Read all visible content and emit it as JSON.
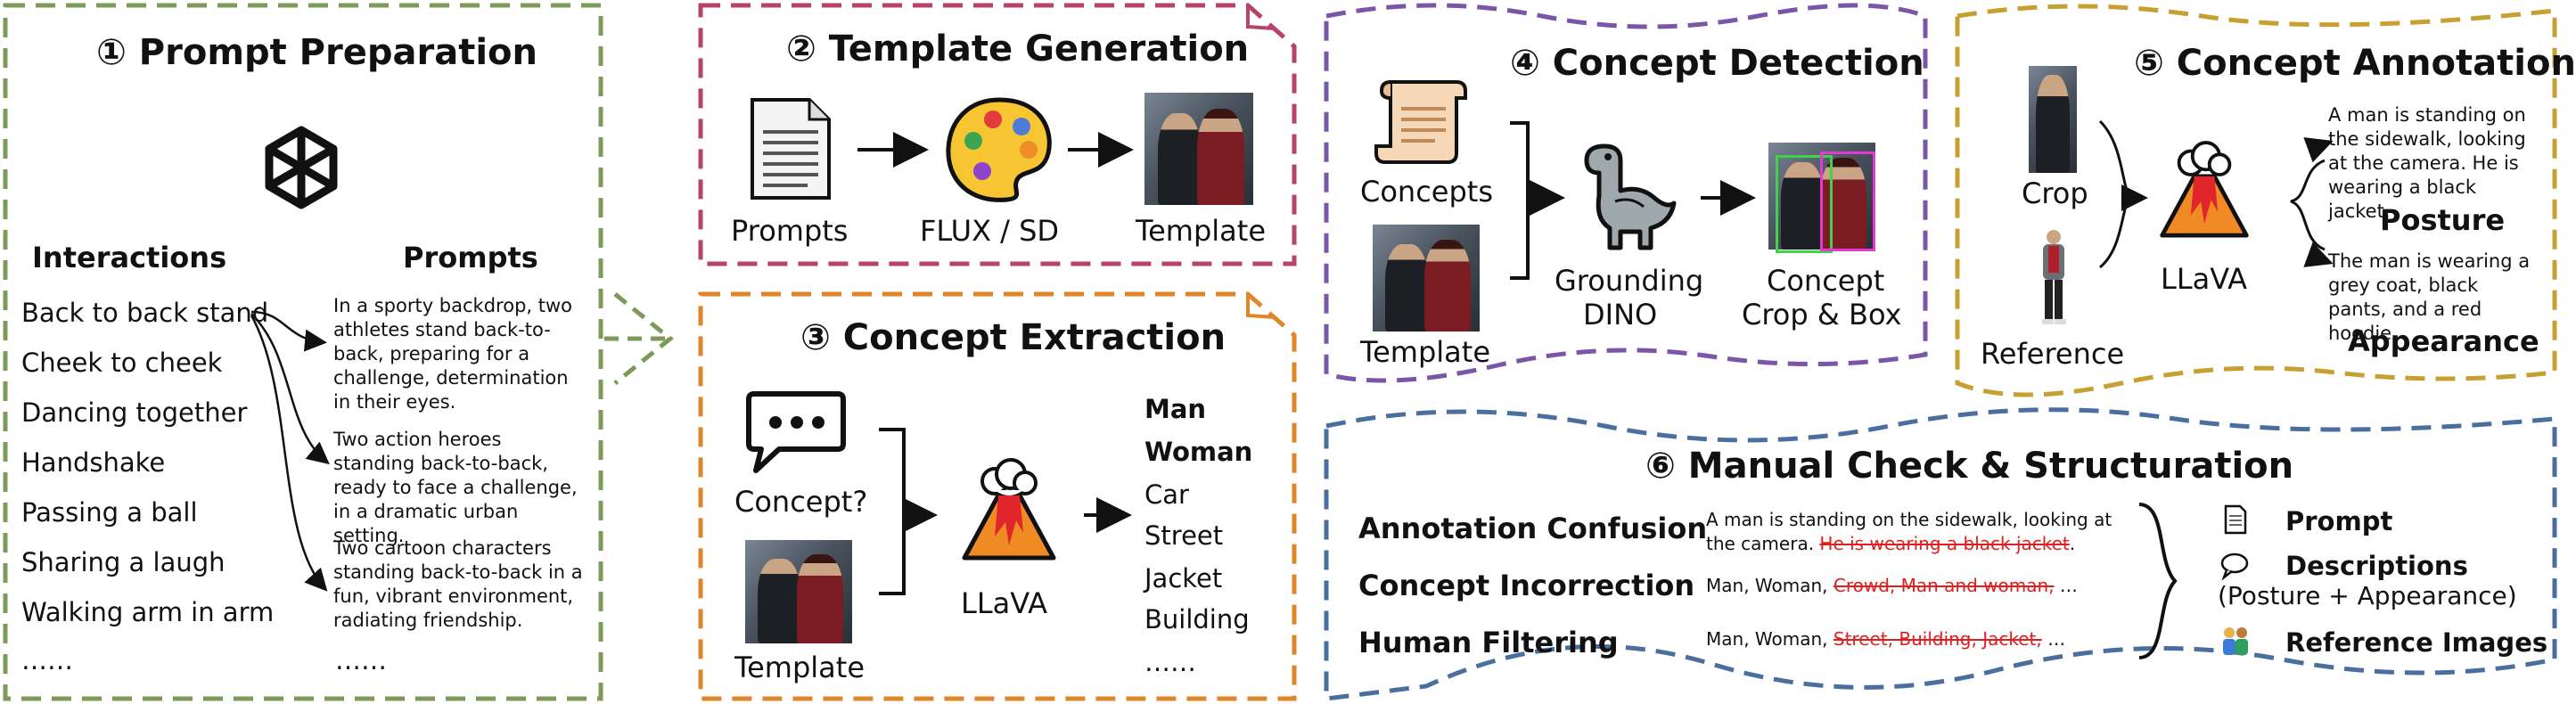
{
  "p1": {
    "title": "① Prompt Preparation",
    "logo_icon": "openai-logo-icon",
    "interactions_header": "Interactions",
    "prompts_header": "Prompts",
    "interactions": [
      "Back to back stand",
      "Cheek to cheek",
      "Dancing together",
      "Handshake",
      "Passing a ball",
      "Sharing a laugh",
      "Walking arm in arm",
      "……"
    ],
    "prompts": [
      "In a sporty backdrop, two athletes stand back-to-back, preparing for a challenge, determination in their eyes.",
      "Two action heroes standing back-to-back, ready to face a challenge, in a dramatic urban setting.",
      "Two cartoon characters standing back-to-back in a fun, vibrant environment, radiating friendship.",
      "……"
    ]
  },
  "p2": {
    "title": "② Template Generation",
    "prompts_label": "Prompts",
    "model_label": "FLUX / SD",
    "template_label": "Template",
    "icons": [
      "document-icon",
      "palette-icon",
      "template-photo"
    ]
  },
  "p3": {
    "title": "③ Concept Extraction",
    "question_label": "Concept?",
    "template_label": "Template",
    "model_label": "LLaVA",
    "concepts": [
      "Man",
      "Woman",
      "Car",
      "Street",
      "Jacket",
      "Building",
      "……"
    ]
  },
  "p4": {
    "title": "④ Concept Detection",
    "concepts_label": "Concepts",
    "template_label": "Template",
    "model_label_1": "Grounding",
    "model_label_2": "DINO",
    "output_label_1": "Concept",
    "output_label_2": "Crop & Box"
  },
  "p5": {
    "title": "⑤ Concept Annotation",
    "crop_label": "Crop",
    "reference_label": "Reference",
    "model_label": "LLaVA",
    "posture_text": "A man is standing on the sidewalk, looking at the camera. He is wearing a black jacket.",
    "posture_label": "Posture",
    "appearance_text": "The man is wearing a grey coat, black pants, and a red hoodie.",
    "appearance_label": "Appearance"
  },
  "p6": {
    "title": "⑥ Manual Check & Structuration",
    "rows": [
      {
        "label": "Annotation Confusion",
        "kept": "A man is standing on the sidewalk, looking at the camera. ",
        "struck": "He is wearing a black jacket",
        "tail": "."
      },
      {
        "label": "Concept Incorrection",
        "kept": "Man, Woman, ",
        "struck": "Crowd, Man and woman,",
        "tail": " …"
      },
      {
        "label": "Human Filtering",
        "kept": "Man, Woman, ",
        "struck": "Street, Building, Jacket,",
        "tail": " …"
      }
    ],
    "outputs": {
      "prompt": "Prompt",
      "descriptions": "Descriptions",
      "descriptions_sub": "(Posture + Appearance)",
      "reference_images": "Reference Images"
    }
  },
  "colors": {
    "green": "#7d9a5a",
    "pink": "#b8436a",
    "orange": "#e0862a",
    "purple": "#7a55a8",
    "gold": "#c8a032",
    "blue": "#4a6f9e",
    "strike_red": "#e02020"
  }
}
